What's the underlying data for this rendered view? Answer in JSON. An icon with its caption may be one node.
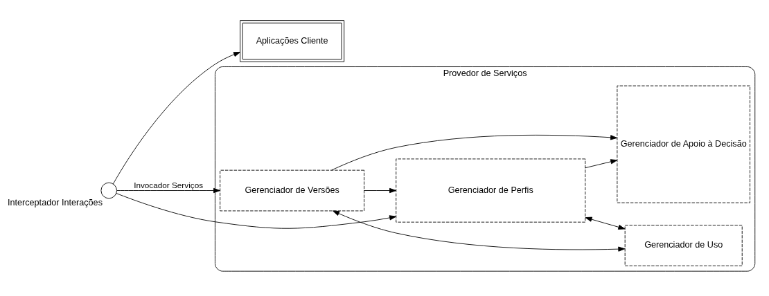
{
  "diagram": {
    "nodes": [
      {
        "text": [
          "Aplicações Cliente"
        ]
      },
      {
        "text": [
          "Provedor de Serviços"
        ]
      },
      {
        "text": [],
        "shape": "circle",
        "beside": [
          "Interceptador Interações"
        ]
      },
      {
        "text": [
          "Gerenciador de Perfis"
        ],
        "in": 1
      },
      {
        "text": [
          "Gerenciador de Versões"
        ],
        "in": 1
      },
      {
        "text": [
          "Gerenciador de Uso"
        ],
        "in": 1
      },
      {
        "text": [
          "Gerenciador de Apoio à Decisão"
        ],
        "in": 1
      }
    ],
    "edges": [
      {
        "from": 2,
        "to": 0,
        "arrow": "to"
      },
      {
        "from": 2,
        "to": 3,
        "arrow": "to"
      },
      {
        "from": 2,
        "to": 4,
        "arrow": "to",
        "label": "Invocador Serviços"
      },
      {
        "from": 4,
        "to": 3,
        "arrow": "to"
      },
      {
        "from": 3,
        "to": 5,
        "arrow": "both"
      },
      {
        "from": 4,
        "to": 5,
        "arrow": "both"
      },
      {
        "from": 3,
        "to": 6,
        "arrow": "to"
      },
      {
        "from": 4,
        "to": 6,
        "arrow": "to"
      }
    ]
  }
}
